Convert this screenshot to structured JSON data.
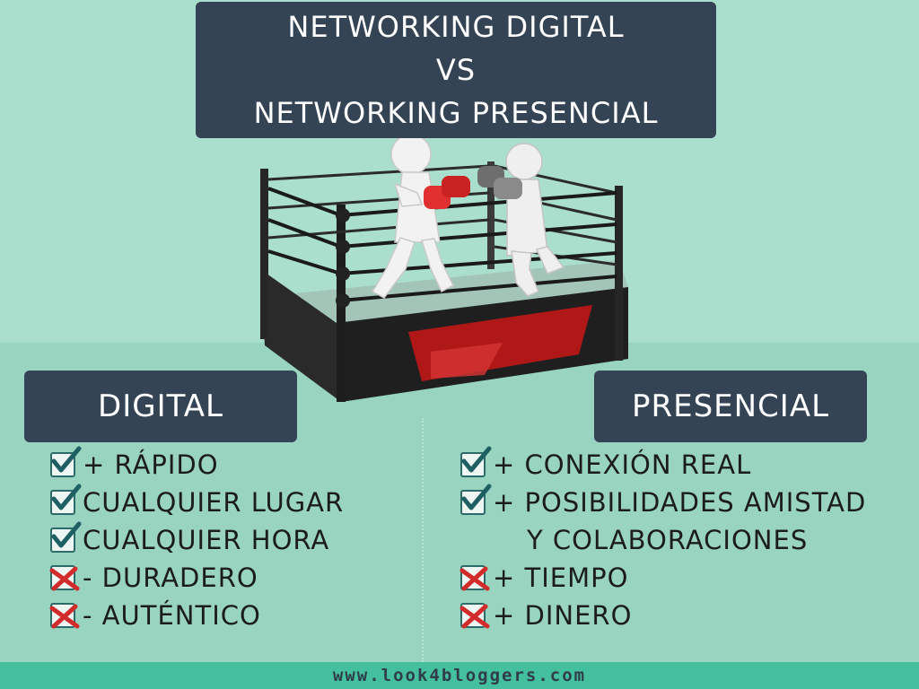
{
  "title": {
    "line1": "NETWORKING DIGITAL",
    "line2": "VS",
    "line3": "NETWORKING PRESENCIAL"
  },
  "digital": {
    "header": "DIGITAL",
    "items": [
      {
        "text": "+ RÁPIDO",
        "mark": "check"
      },
      {
        "text": "CUALQUIER LUGAR",
        "mark": "check"
      },
      {
        "text": "CUALQUIER HORA",
        "mark": "check"
      },
      {
        "text": "- DURADERO",
        "mark": "cross"
      },
      {
        "text": "- AUTÉNTICO",
        "mark": "cross"
      }
    ]
  },
  "presencial": {
    "header": "PRESENCIAL",
    "items": [
      {
        "text": "+ CONEXIÓN REAL",
        "mark": "check"
      },
      {
        "text": "+ POSIBILIDADES AMISTAD",
        "mark": "check"
      },
      {
        "text": "Y COLABORACIONES",
        "mark": "none"
      },
      {
        "text": "+ TIEMPO",
        "mark": "cross"
      },
      {
        "text": "+ DINERO",
        "mark": "cross"
      }
    ]
  },
  "footer": {
    "url": "www.look4bloggers.com"
  },
  "colors": {
    "panel": "#344455",
    "check": "#1e5f63",
    "cross": "#d22b2b",
    "footer": "#45c09e"
  },
  "icons": {
    "check": "check-icon",
    "cross": "cross-icon",
    "illustration": "boxing-ring-illustration"
  }
}
